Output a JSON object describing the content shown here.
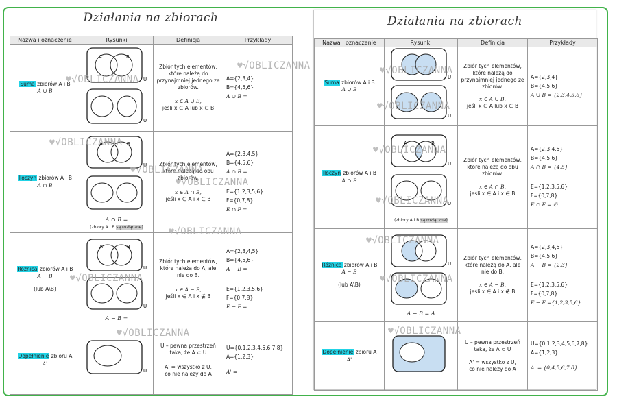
{
  "title": "Działania na zbiorach",
  "headers": [
    "Nazwa i oznaczenie",
    "Rysunki",
    "Definicja",
    "Przykłady"
  ],
  "watermark": "OBLICZANNA",
  "rows": [
    {
      "key": "suma",
      "name_hl": "Suma",
      "name_rest": " zbiorów A i B",
      "symbol": "A ∪ B",
      "sub": "",
      "def_text": "Zbiór tych elementów, które należą do przynajmniej jednego ze zbiorów.",
      "def_math1": "x ∈ A ∪ B,",
      "def_math2": "jeśli x ∈ A lub x ∈ B",
      "caption": "",
      "note_a": "",
      "note_b": "",
      "left_ex": [
        "A={2,3,4}",
        "B={4,5,6}",
        "A ∪ B ="
      ],
      "right_ex": [
        "A={2,3,4}",
        "B={4,5,6}",
        "A ∪ B = {2,3,4,5,6}"
      ]
    },
    {
      "key": "iloczyn",
      "name_hl": "Iloczyn",
      "name_rest": " zbiorów A i B",
      "symbol": "A ∩ B",
      "sub": "",
      "def_text": "Zbiór tych elementów, które należą do obu zbiorów.",
      "def_math1": "x ∈ A ∩ B,",
      "def_math2": "jeśli x ∈ A i x ∈ B",
      "caption": "A ∩ B =",
      "note_a": "(zbiory A i B ",
      "note_b": "są rozłączne)",
      "left_ex": [
        "A={2,3,4,5}",
        "B={4,5,6}",
        "A ∩ B =",
        "E={1,2,3,5,6}",
        "F={0,7,8}",
        "E ∩ F ="
      ],
      "right_ex": [
        "A={2,3,4,5}",
        "B={4,5,6}",
        "A ∩ B = {4,5}",
        "E={1,2,3,5,6}",
        "F={0,7,8}",
        "E ∩ F = ∅"
      ]
    },
    {
      "key": "roznica",
      "name_hl": "Różnica",
      "name_rest": " zbiorów A i B",
      "symbol": "A − B",
      "sub": "(lub A\\B)",
      "def_text": "Zbiór tych elementów, które należą do A, ale nie do B.",
      "def_math1": "x ∈ A − B,",
      "def_math2": "jeśli x ∈ A i x ∉ B",
      "caption_left": "A − B =",
      "caption_right": "A − B = A",
      "note_a": "",
      "note_b": "",
      "left_ex": [
        "A={2,3,4,5}",
        "B={4,5,6}",
        "A − B =",
        "E={1,2,3,5,6}",
        "F={0,7,8}",
        "E − F ="
      ],
      "right_ex": [
        "A={2,3,4,5}",
        "B={4,5,6}",
        "A − B = {2,3}",
        "E={1,2,3,5,6}",
        "F={0,7,8}",
        "E − F ={1,2,3,5,6}"
      ]
    },
    {
      "key": "dopelnienie",
      "name_hl": "Dopełnienie",
      "name_rest": " zbioru A",
      "symbol": "A'",
      "sub": "",
      "def_text": "U – pewna przestrzeń taka, że A ⊂ U",
      "def_math1": "A' = wszystko z U,",
      "def_math2": "co nie należy do A",
      "caption": "",
      "note_a": "",
      "note_b": "",
      "left_ex": [
        "U={0,1,2,3,4,5,6,7,8}",
        "A={1,2,3}",
        "A' ="
      ],
      "right_ex": [
        "U={0,1,2,3,4,5,6,7,8}",
        "A={1,2,3}",
        "A' = {0,4,5,6,7,8}"
      ]
    }
  ],
  "colors": {
    "shade": "#c8def2",
    "accent": "#22d3e6",
    "border": "#41b24a"
  }
}
